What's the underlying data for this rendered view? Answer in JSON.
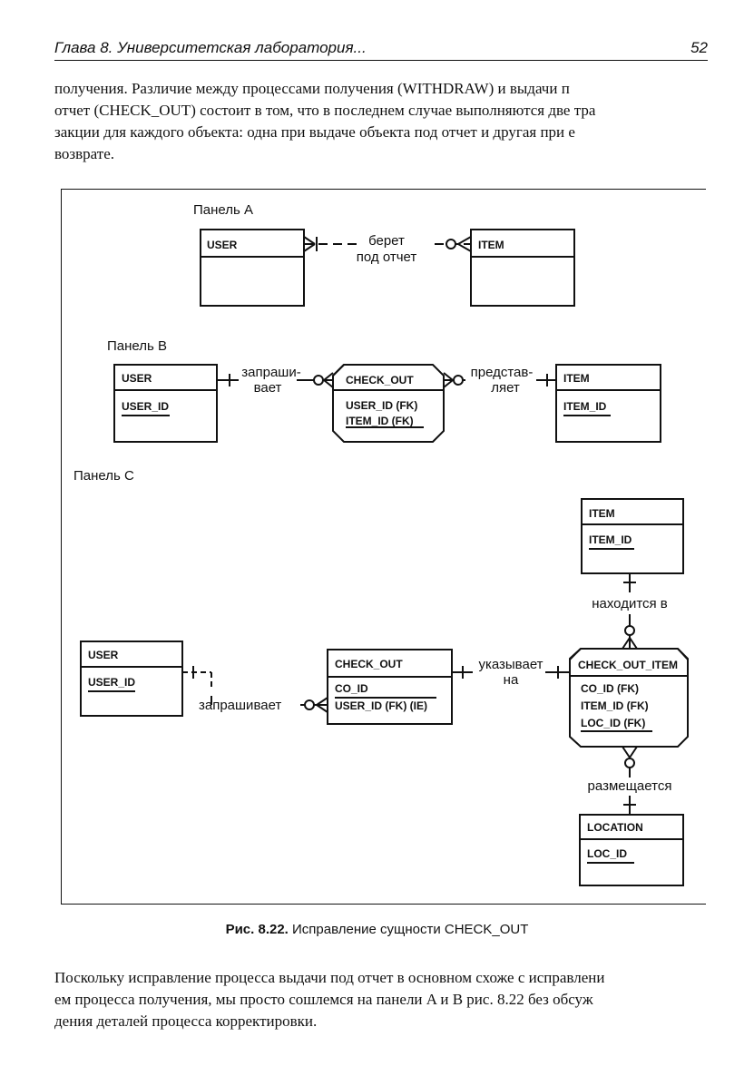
{
  "header": {
    "title": "Глава 8. Университетская лаборатория...",
    "page": "52"
  },
  "intro_lines": [
    "получения. Различие между процессами получения (WITHDRAW) и выдачи п",
    "отчет (CHECK_OUT) состоит в том, что в последнем случае выполняются две тра",
    "закции для каждого объекта: одна при выдаче объекта под отчет и другая при е",
    "возврате."
  ],
  "figure": {
    "panel_a": {
      "title": "Панель A",
      "user": "USER",
      "item": "ITEM",
      "rel": [
        "берет",
        "под отчет"
      ]
    },
    "panel_b": {
      "title": "Панель B",
      "user": "USER",
      "user_key": "USER_ID",
      "check_out": "CHECK_OUT",
      "check_out_keys": [
        "USER_ID (FK)",
        "ITEM_ID (FK)"
      ],
      "item": "ITEM",
      "item_key": "ITEM_ID",
      "rel_left": [
        "запраши-",
        "вает"
      ],
      "rel_right": [
        "представ-",
        "ляет"
      ]
    },
    "panel_c": {
      "title": "Панель C",
      "item": "ITEM",
      "item_key": "ITEM_ID",
      "rel_located": "находится в",
      "user": "USER",
      "user_key": "USER_ID",
      "check_out": "CHECK_OUT",
      "check_out_key": "CO_ID",
      "check_out_attr": "USER_ID (FK) (IE)",
      "rel_points": [
        "указывает",
        "на"
      ],
      "check_out_item": "CHECK_OUT_ITEM",
      "check_out_item_keys": [
        "CO_ID (FK)",
        "ITEM_ID (FK)",
        "LOC_ID (FK)"
      ],
      "rel_requests": "запрашивает",
      "rel_placed": "размещается",
      "location": "LOCATION",
      "location_key": "LOC_ID"
    }
  },
  "caption": {
    "label": "Рис. 8.22.",
    "text": "Исправление сущности CHECK_OUT"
  },
  "outro_lines": [
    "Поскольку исправление процесса выдачи под отчет в основном схоже с исправлени",
    "ем процесса получения, мы просто сошлемся на панели A и B рис. 8.22 без обсуж",
    "дения деталей процесса корректировки."
  ]
}
